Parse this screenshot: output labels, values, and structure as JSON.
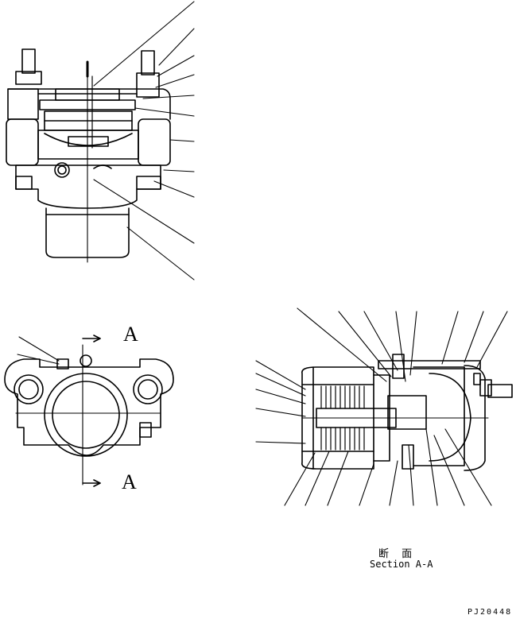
{
  "section_marker_top": "A",
  "section_marker_bottom": "A",
  "section_caption_jp": "断 面",
  "section_caption_en": "Section A-A",
  "figure_code": "PJ20448",
  "colors": {
    "ink": "#000000",
    "paper": "#ffffff"
  }
}
